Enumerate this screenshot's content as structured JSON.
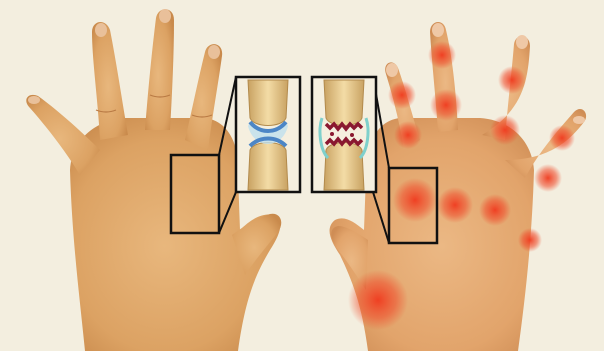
{
  "image": {
    "background": "#f3eedf",
    "left_hand": {
      "label": "healthy-hand",
      "skin": "#dfa768",
      "skin_shadow": "#c98a4c"
    },
    "right_hand": {
      "label": "inflamed-hand",
      "skin": "#e3a56c",
      "inflammation": "#f04a2a"
    },
    "insets": [
      {
        "name": "healthy-joint",
        "cartilage": "#4c86c6"
      },
      {
        "name": "damaged-joint",
        "cartilage": "#8a1830"
      }
    ],
    "frame_color": "#111111"
  }
}
